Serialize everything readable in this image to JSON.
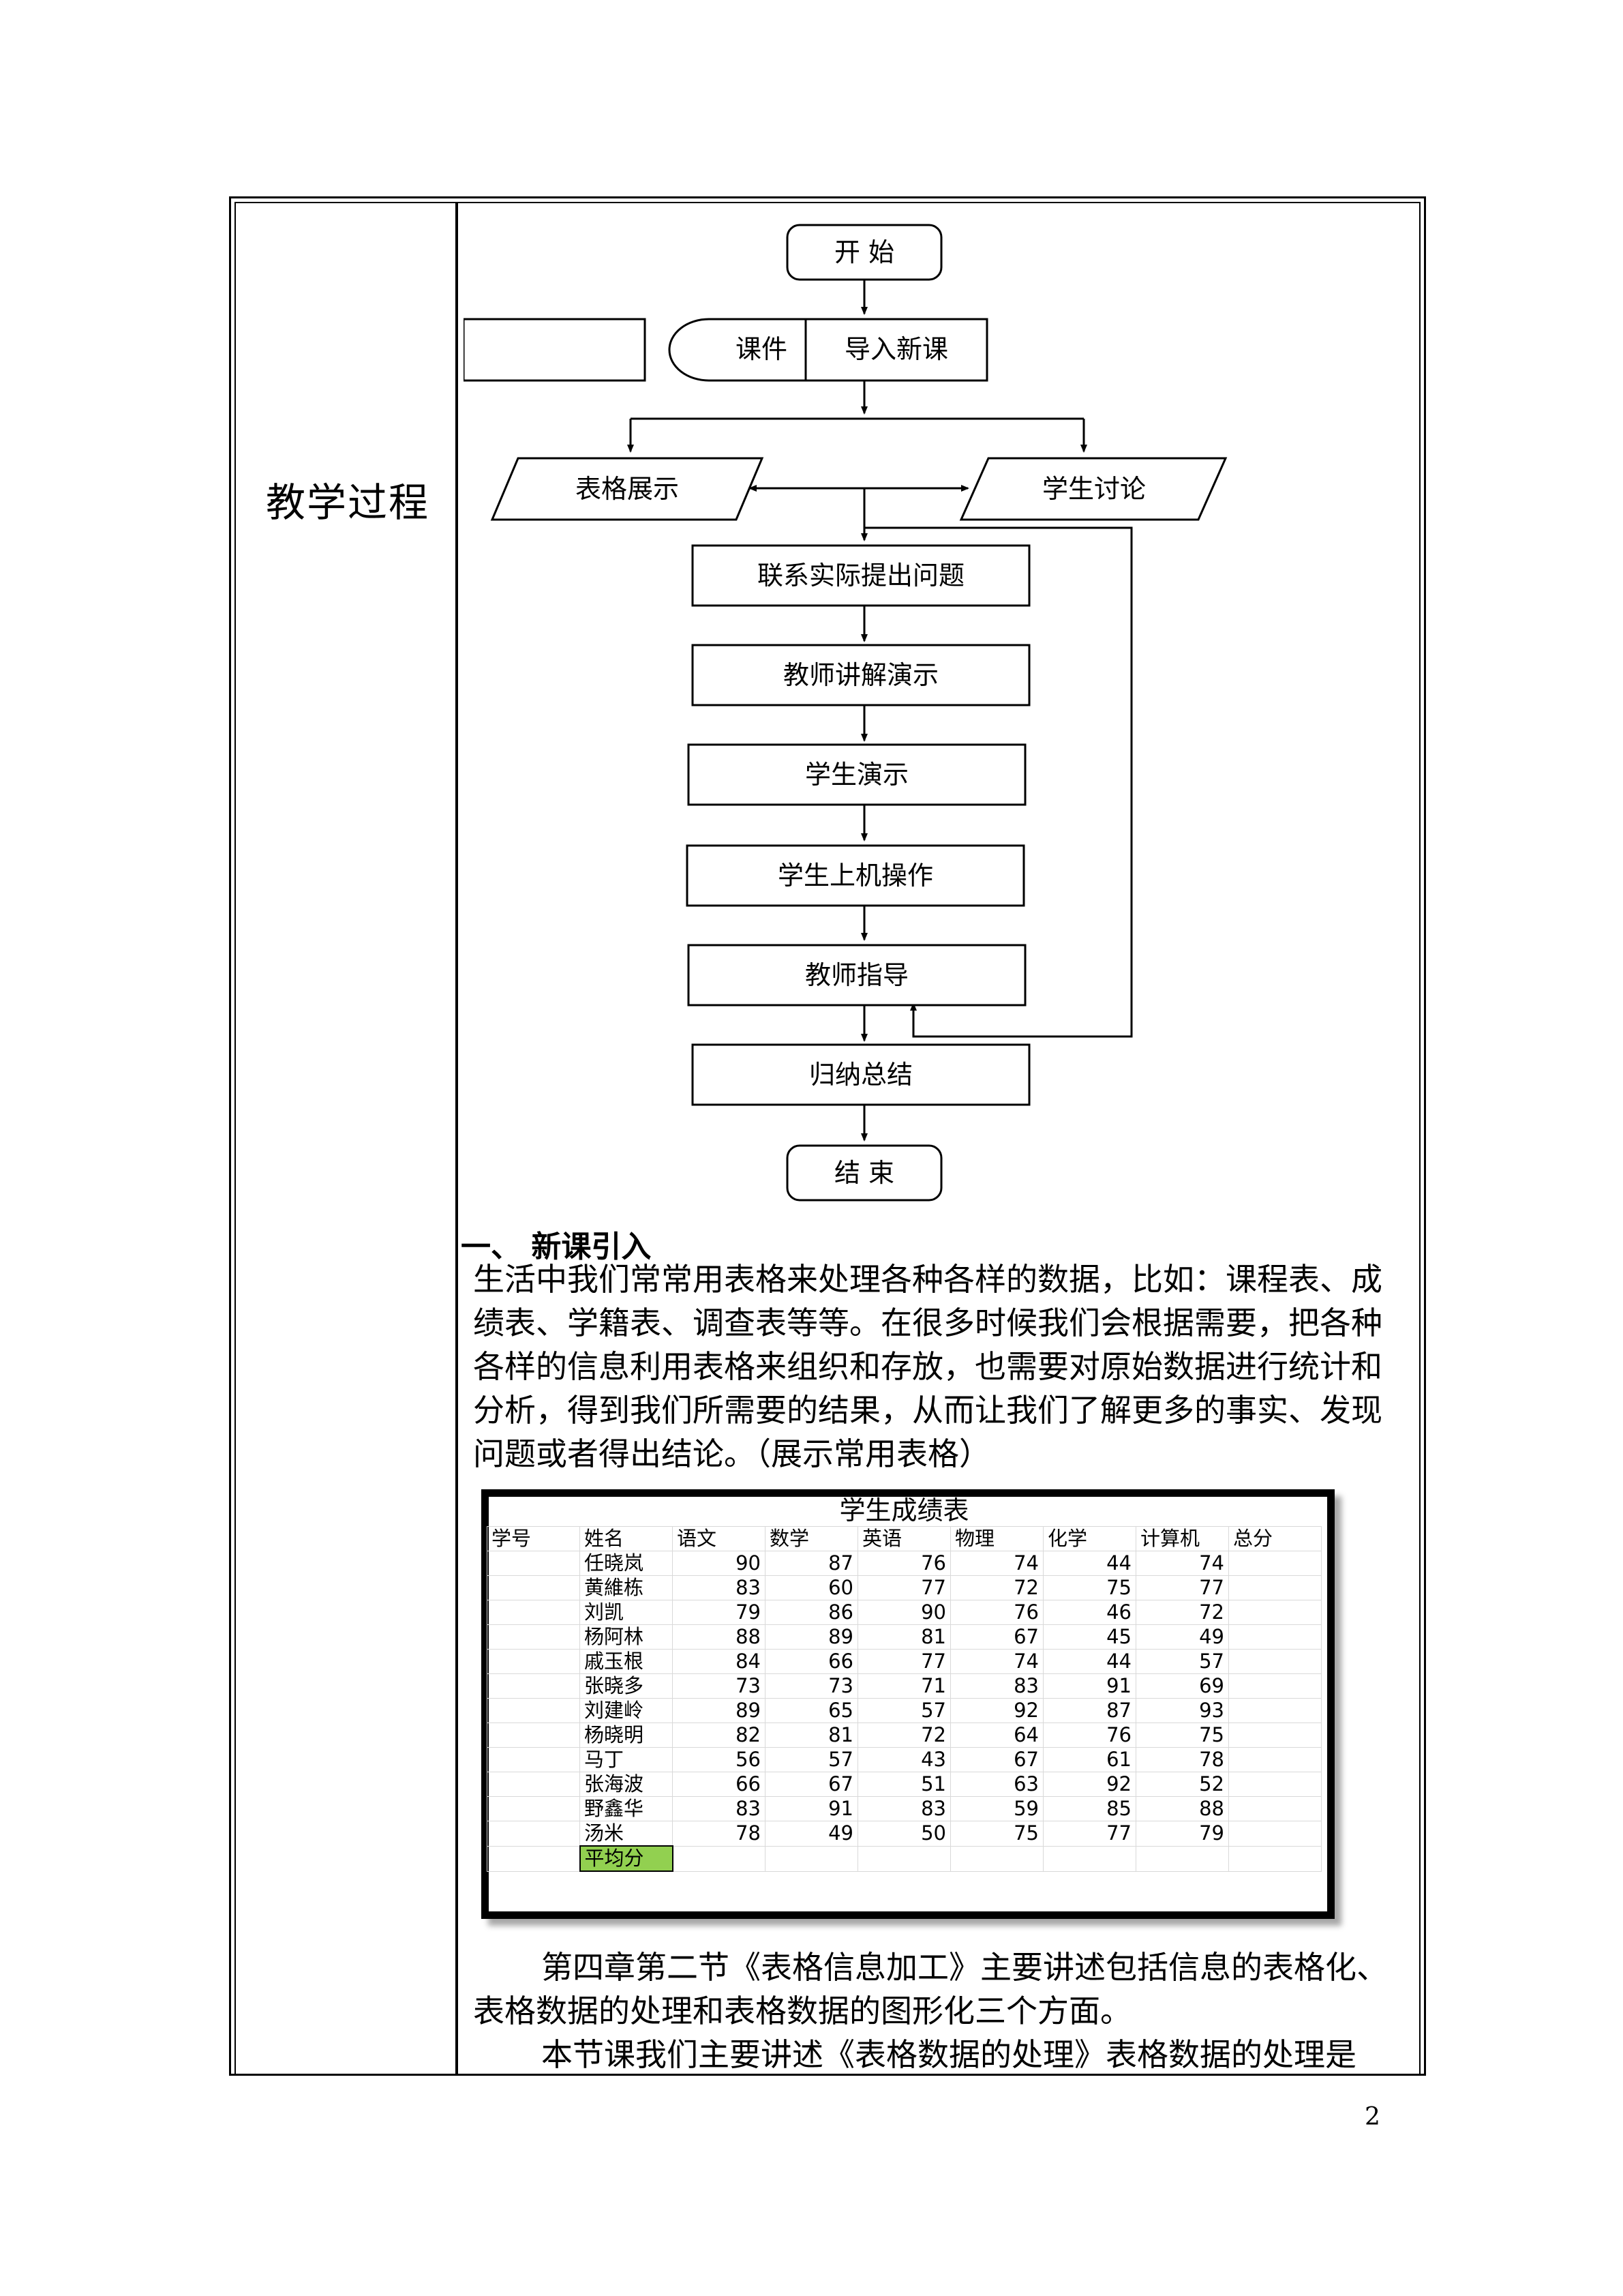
{
  "row_label": "教学过程",
  "flowchart": {
    "start": "开 始",
    "courseware": "课件",
    "intro": "导入新课",
    "table_show": "表格展示",
    "discussion": "学生讨论",
    "step1": "联系实际提出问题",
    "step2": "教师讲解演示",
    "step3": "学生演示",
    "step4": "学生上机操作",
    "step5": "教师指导",
    "step6": "归纳总结",
    "end": "结 束"
  },
  "section_heading": "一、 新课引入",
  "paragraph1": "生活中我们常常用表格来处理各种各样的数据，比如：课程表、成绩表、学籍表、调查表等等。在很多时候我们会根据需要，把各种各样的信息利用表格来组织和存放，也需要对原始数据进行统计和分析，得到我们所需要的结果，从而让我们了解更多的事实、发现问题或者得出结论。（展示常用表格）",
  "spreadsheet": {
    "title": "学生成绩表",
    "headers": [
      "学号",
      "姓名",
      "语文",
      "数学",
      "英语",
      "物理",
      "化学",
      "计算机",
      "总分"
    ],
    "rows": [
      [
        "",
        "任晓岚",
        "90",
        "87",
        "76",
        "74",
        "44",
        "74",
        ""
      ],
      [
        "",
        "黄維栋",
        "83",
        "60",
        "77",
        "72",
        "75",
        "77",
        ""
      ],
      [
        "",
        "刘凯",
        "79",
        "86",
        "90",
        "76",
        "46",
        "72",
        ""
      ],
      [
        "",
        "杨阿林",
        "88",
        "89",
        "81",
        "67",
        "45",
        "49",
        ""
      ],
      [
        "",
        "戚玉根",
        "84",
        "66",
        "77",
        "74",
        "44",
        "57",
        ""
      ],
      [
        "",
        "张晓多",
        "73",
        "73",
        "71",
        "83",
        "91",
        "69",
        ""
      ],
      [
        "",
        "刘建岭",
        "89",
        "65",
        "57",
        "92",
        "87",
        "93",
        ""
      ],
      [
        "",
        "杨晓明",
        "82",
        "81",
        "72",
        "64",
        "76",
        "75",
        ""
      ],
      [
        "",
        "马丁",
        "56",
        "57",
        "43",
        "67",
        "61",
        "78",
        ""
      ],
      [
        "",
        "张海波",
        "66",
        "67",
        "51",
        "63",
        "92",
        "52",
        ""
      ],
      [
        "",
        "野鑫华",
        "83",
        "91",
        "83",
        "59",
        "85",
        "88",
        ""
      ],
      [
        "",
        "汤米",
        "78",
        "49",
        "50",
        "75",
        "77",
        "79",
        ""
      ]
    ],
    "average_label": "平均分",
    "average_color": "#92d050"
  },
  "paragraph2": "第四章第二节《表格信息加工》主要讲述包括信息的表格化、表格数据的处理和表格数据的图形化三个方面。",
  "paragraph3": "本节课我们主要讲述《表格数据的处理》表格数据的处理是",
  "page_number": "2"
}
